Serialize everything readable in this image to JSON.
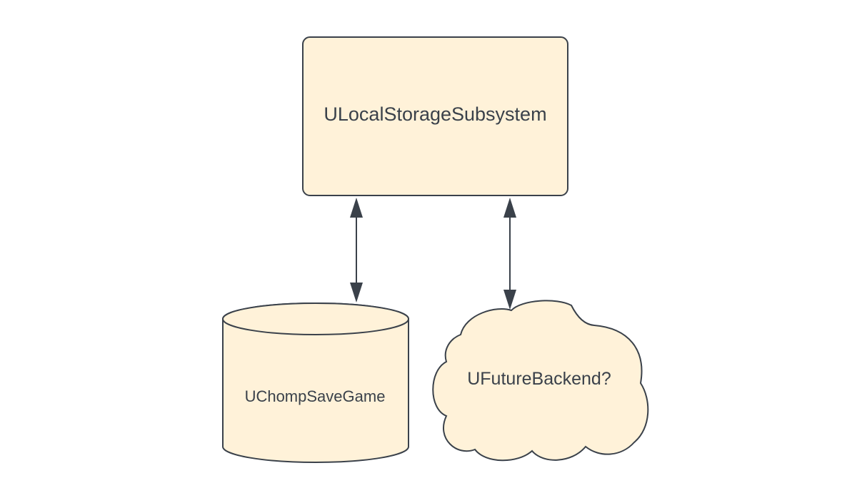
{
  "diagram": {
    "nodes": [
      {
        "id": "local-storage-subsystem",
        "shape": "rounded-rectangle",
        "label": "ULocalStorageSubsystem"
      },
      {
        "id": "chomp-save-game",
        "shape": "cylinder",
        "label": "UChompSaveGame"
      },
      {
        "id": "future-backend",
        "shape": "cloud",
        "label": "UFutureBackend?"
      }
    ],
    "edges": [
      {
        "from": "local-storage-subsystem",
        "to": "chomp-save-game",
        "direction": "bidirectional"
      },
      {
        "from": "local-storage-subsystem",
        "to": "future-backend",
        "direction": "bidirectional"
      }
    ],
    "colors": {
      "fill": "#fff2d9",
      "stroke": "#3a414a",
      "text": "#3a414a",
      "background": "#ffffff"
    }
  }
}
